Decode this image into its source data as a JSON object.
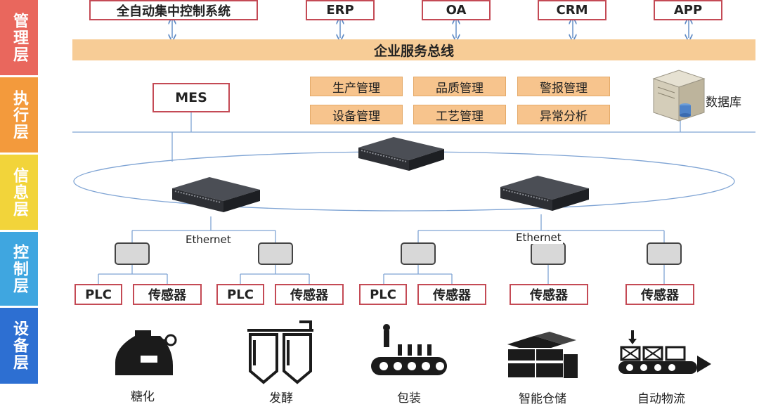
{
  "layers": [
    {
      "label": "管理层",
      "color": "#e9675d"
    },
    {
      "label": "执行层",
      "color": "#f39a3c"
    },
    {
      "label": "信息层",
      "color": "#f2d43a"
    },
    {
      "label": "控制层",
      "color": "#3fa6e0"
    },
    {
      "label": "设备层",
      "color": "#2d6fd2"
    }
  ],
  "management": {
    "systems": [
      "全自动集中控制系统",
      "ERP",
      "OA",
      "CRM",
      "APP"
    ],
    "bus": "企业服务总线"
  },
  "execution": {
    "mes": "MES",
    "modules": [
      "生产管理",
      "品质管理",
      "警报管理",
      "设备管理",
      "工艺管理",
      "异常分析"
    ],
    "database": "数据库"
  },
  "network": {
    "ethernet_left": "Ethernet",
    "ethernet_right": "Ethernet"
  },
  "control": {
    "plc": "PLC",
    "sensor": "传感器"
  },
  "devices": [
    "糖化",
    "发酵",
    "包装",
    "智能仓储",
    "自动物流"
  ]
}
